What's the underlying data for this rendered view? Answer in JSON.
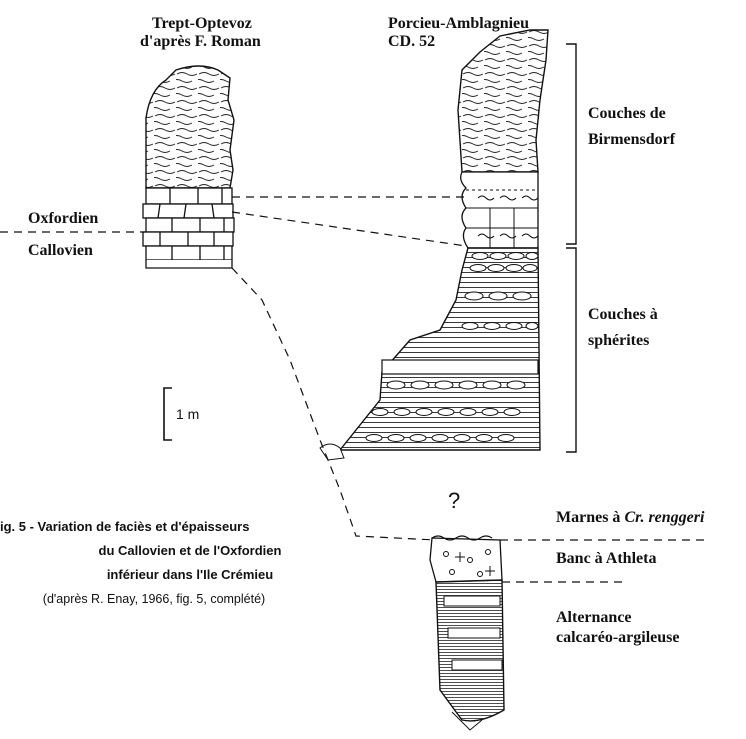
{
  "sections": {
    "left_title_1": "Trept-Optevoz",
    "left_title_2": "d'après F. Roman",
    "right_title_1": "Porcieu-Amblagnieu",
    "right_title_2": "CD. 52"
  },
  "stages": {
    "upper": "Oxfordien",
    "lower": "Callovien"
  },
  "scale_bar": {
    "label": "1 m"
  },
  "units": {
    "birmensdorf_1": "Couches de",
    "birmensdorf_2": "Birmensdorf",
    "spherites_1": "Couches à",
    "spherites_2": "sphérites",
    "marnes_prefix": "Marnes à ",
    "marnes_species": "Cr. renggeri",
    "athleta": "Banc à Athleta",
    "alternance_1": "Alternance",
    "alternance_2": "calcaréo-argileuse"
  },
  "unknown_mark": "?",
  "caption": {
    "line1": "ig. 5  -  Variation de faciès et d'épaisseurs",
    "line2": "du Callovien et de l'Oxfordien",
    "line3": "inférieur dans l'Ile Crémieu",
    "line4": "(d'après R. Enay, 1966, fig. 5, complété)"
  }
}
